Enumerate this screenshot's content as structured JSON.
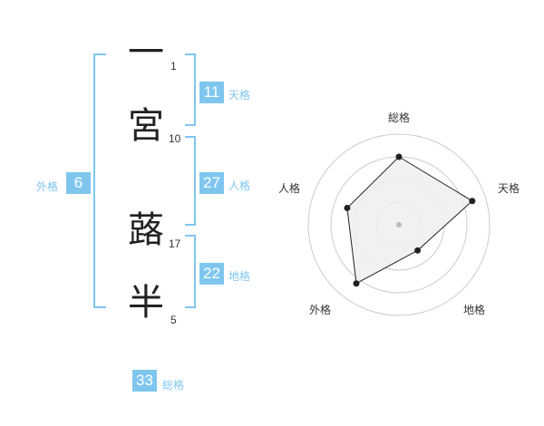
{
  "name_chars": [
    "一",
    "宮",
    "蕗",
    "半"
  ],
  "strokes": [
    "1",
    "10",
    "17",
    "5"
  ],
  "fortunes": {
    "tenkaku": {
      "value": "11",
      "label": "天格"
    },
    "jinkaku": {
      "value": "27",
      "label": "人格"
    },
    "chikaku": {
      "value": "22",
      "label": "地格"
    },
    "gaikaku": {
      "value": "6",
      "label": "外格"
    },
    "soukaku": {
      "value": "33",
      "label": "総格"
    }
  },
  "chart_data": {
    "type": "radar",
    "axes": [
      "総格",
      "天格",
      "地格",
      "外格",
      "人格"
    ],
    "values": [
      0.75,
      0.85,
      0.35,
      0.8,
      0.6
    ],
    "rings": 4,
    "colors": {
      "accent": "#7fc6ef",
      "fill": "#eeeeee",
      "line": "#222222"
    }
  }
}
